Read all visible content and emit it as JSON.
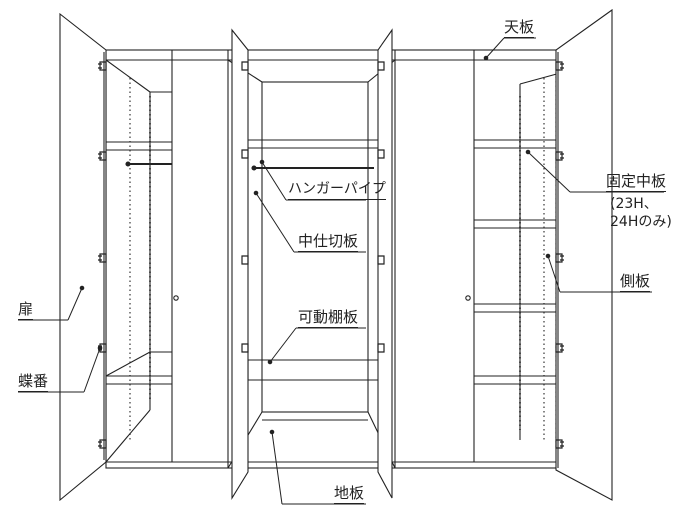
{
  "labels": {
    "tenita": "天板",
    "hangar_pipe": "ハンガーパイプ",
    "naka_shikiri": "中仕切板",
    "kadou_tana": "可動棚板",
    "jiita": "地板",
    "kotei_naka": "固定中板",
    "kotei_note_line1": "(23H、",
    "kotei_note_line2": "24Hのみ)",
    "sokuban": "側板",
    "tobira": "扉",
    "chouban": "蝶番"
  },
  "colors": {
    "line": "#222222",
    "background": "#ffffff"
  }
}
